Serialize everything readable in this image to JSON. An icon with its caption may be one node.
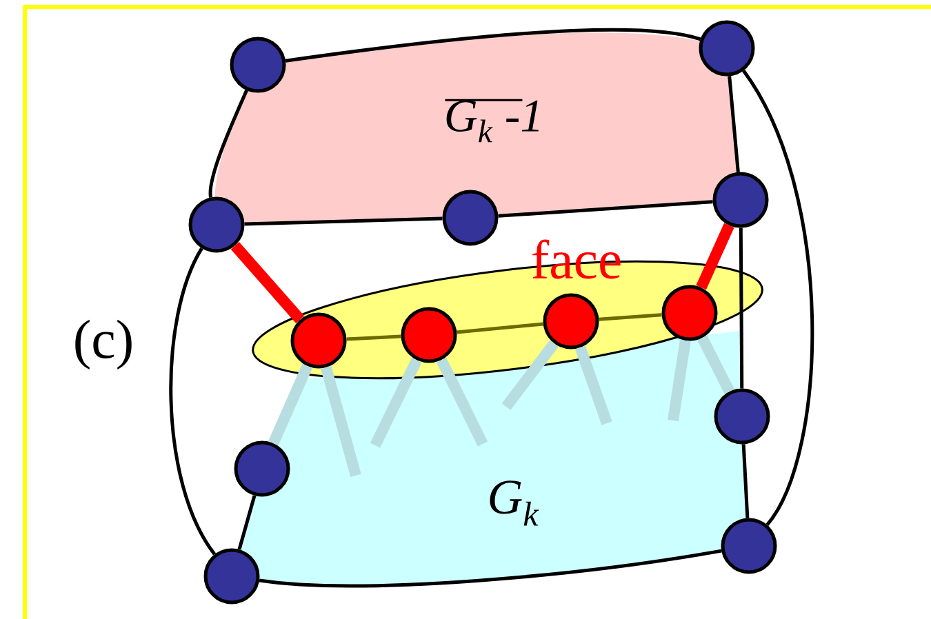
{
  "diagram": {
    "nodes": [
      {
        "text": [
          "G$_{k}$ -1"
        ]
      },
      {
        "text": [
          "face"
        ]
      },
      {
        "text": [
          "G$_{k}$"
        ]
      },
      {
        "text": [],
        "shape": "circle"
      },
      {
        "text": [],
        "shape": "circle"
      },
      {
        "text": [],
        "shape": "circle"
      },
      {
        "text": [],
        "shape": "circle"
      },
      {
        "text": [],
        "shape": "circle"
      },
      {
        "text": [],
        "shape": "circle"
      },
      {
        "text": [],
        "shape": "circle"
      },
      {
        "text": [],
        "shape": "circle"
      },
      {
        "text": [],
        "shape": "circle"
      },
      {
        "text": [],
        "shape": "circle"
      },
      {
        "text": [],
        "shape": "circle"
      },
      {
        "text": [],
        "shape": "circle"
      },
      {
        "text": [],
        "shape": "circle"
      }
    ],
    "edges": [
      {
        "from": 3,
        "to": 4,
        "arrow": "none"
      },
      {
        "from": 4,
        "to": 7,
        "arrow": "none"
      },
      {
        "from": 3,
        "to": 5,
        "arrow": "none"
      },
      {
        "from": 5,
        "to": 6,
        "arrow": "none"
      },
      {
        "from": 6,
        "to": 7,
        "arrow": "none"
      },
      {
        "from": 7,
        "to": 9,
        "arrow": "none"
      },
      {
        "from": 9,
        "to": 11,
        "arrow": "none"
      },
      {
        "from": 11,
        "to": 10,
        "arrow": "none"
      },
      {
        "from": 10,
        "to": 8,
        "arrow": "none"
      },
      {
        "from": 5,
        "to": 10,
        "arrow": "none"
      },
      {
        "from": 4,
        "to": 11,
        "arrow": "none"
      },
      {
        "from": 5,
        "to": 12,
        "arrow": "none",
        "style": "thick",
        "color": "#ff0000"
      },
      {
        "from": 7,
        "to": 15,
        "arrow": "none",
        "style": "thick",
        "color": "#ff0000"
      },
      {
        "from": 12,
        "to": 13,
        "arrow": "none",
        "color": "#6b6b00"
      },
      {
        "from": 13,
        "to": 14,
        "arrow": "none",
        "color": "#6b6b00"
      },
      {
        "from": 14,
        "to": 15,
        "arrow": "none",
        "color": "#6b6b00"
      },
      {
        "from": 12,
        "to": 8,
        "arrow": "none",
        "style": "thick",
        "color": "#b8dde0"
      },
      {
        "from": 12,
        "to": null,
        "arrow": "none",
        "style": "thick",
        "color": "#b8dde0"
      },
      {
        "from": 13,
        "to": null,
        "arrow": "none",
        "style": "thick",
        "color": "#b8dde0"
      },
      {
        "from": 13,
        "to": null,
        "arrow": "none",
        "style": "thick",
        "color": "#b8dde0"
      },
      {
        "from": 14,
        "to": null,
        "arrow": "none",
        "style": "thick",
        "color": "#b8dde0"
      },
      {
        "from": 14,
        "to": null,
        "arrow": "none",
        "style": "thick",
        "color": "#b8dde0"
      },
      {
        "from": 15,
        "to": null,
        "arrow": "none",
        "style": "thick",
        "color": "#b8dde0"
      },
      {
        "from": 15,
        "to": 9,
        "arrow": "none",
        "style": "thick",
        "color": "#b8dde0"
      }
    ],
    "labels": [
      "(c)"
    ]
  }
}
